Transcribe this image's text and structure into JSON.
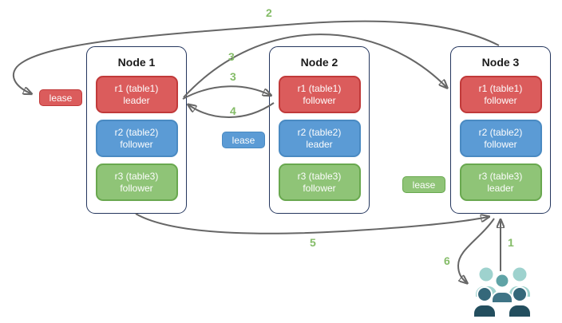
{
  "diagram_type": "distributed-database-replica-lease-diagram",
  "colors": {
    "red_fill": "#db5c5c",
    "red_border": "#c13a3a",
    "blue_fill": "#5b9bd5",
    "blue_border": "#4a8ac2",
    "green_fill": "#8fc477",
    "green_border": "#69a84f",
    "node_border": "#24365e",
    "arrow": "#666666",
    "step_number": "#84bc67",
    "client_light_teal": "#9ed2ce",
    "client_mid_teal": "#5fa3a6",
    "client_dark_teal": "#2e5a6b"
  },
  "nodes": [
    {
      "title": "Node 1",
      "replicas": [
        {
          "label": "r1 (table1)",
          "role": "leader",
          "color": "red"
        },
        {
          "label": "r2 (table2)",
          "role": "follower",
          "color": "blue"
        },
        {
          "label": "r3 (table3)",
          "role": "follower",
          "color": "green"
        }
      ]
    },
    {
      "title": "Node 2",
      "replicas": [
        {
          "label": "r1 (table1)",
          "role": "follower",
          "color": "red"
        },
        {
          "label": "r2 (table2)",
          "role": "leader",
          "color": "blue"
        },
        {
          "label": "r3 (table3)",
          "role": "follower",
          "color": "green"
        }
      ]
    },
    {
      "title": "Node 3",
      "replicas": [
        {
          "label": "r1 (table1)",
          "role": "follower",
          "color": "red"
        },
        {
          "label": "r2 (table2)",
          "role": "follower",
          "color": "blue"
        },
        {
          "label": "r3 (table3)",
          "role": "leader",
          "color": "green"
        }
      ]
    }
  ],
  "leases": {
    "red": "lease",
    "blue": "lease",
    "green": "lease"
  },
  "steps": {
    "s1": {
      "label": "1",
      "connects": "client to Node 3 bottom"
    },
    "s2": {
      "label": "2",
      "connects": "Node 3 top to red lease at Node 1"
    },
    "s3a": {
      "label": "3",
      "connects": "Node 1 r1 leader to Node 3 r1 follower"
    },
    "s3b": {
      "label": "3",
      "connects": "Node 1 r1 leader to Node 2 r1 follower"
    },
    "s4": {
      "label": "4",
      "connects": "Node 2 r1 follower back to Node 1 r1 leader"
    },
    "s5": {
      "label": "5",
      "connects": "Node 1 bottom to Node 3 bottom"
    },
    "s6": {
      "label": "6",
      "connects": "Node 3 bottom to client"
    }
  },
  "client_icon": "users-group-icon"
}
